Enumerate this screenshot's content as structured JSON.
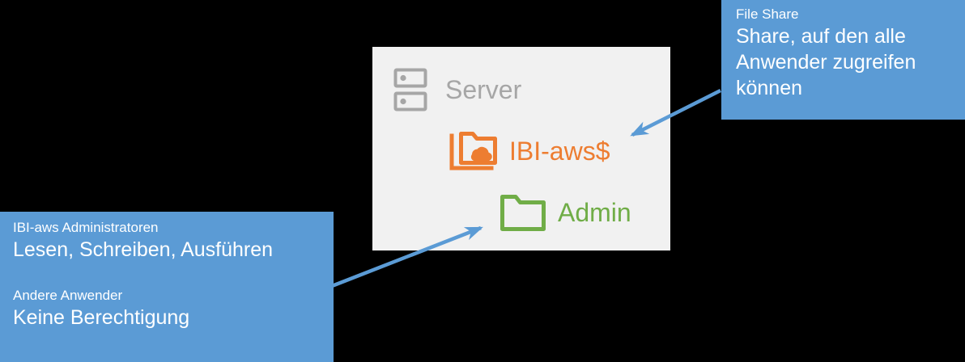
{
  "diagram": {
    "title": "Server file share permissions diagram",
    "colors": {
      "background": "#000000",
      "panel": "#F1F1F1",
      "callout_blue": "#5B9BD5",
      "arrow_blue": "#5B9BD5",
      "server_gray": "#A6A6A6",
      "share_orange": "#ED7D31",
      "admin_green": "#70AD47",
      "callout_text": "#FFFFFF"
    }
  },
  "panel": {
    "name": "server-panel",
    "nodes": [
      {
        "id": "server",
        "icon": "server-icon",
        "label": "Server",
        "color": "#A6A6A6"
      },
      {
        "id": "file-share",
        "icon": "cloud-folder-icon",
        "label": "IBI-aws$",
        "color": "#ED7D31"
      },
      {
        "id": "admin-folder",
        "icon": "folder-icon",
        "label": "Admin",
        "color": "#70AD47"
      }
    ]
  },
  "callouts": [
    {
      "id": "file-share-callout",
      "heading": "File Share",
      "body": "Share, auf den alle Anwender zugreifen können",
      "lines": [
        "Share, auf den alle",
        "Anwender zugreifen",
        "können"
      ]
    },
    {
      "id": "permissions-callout",
      "groups": [
        {
          "heading": "IBI-aws Administratoren",
          "value": "Lesen, Schreiben, Ausführen"
        },
        {
          "heading": "Andere Anwender",
          "value": "Keine Berechtigung"
        }
      ]
    }
  ],
  "connectors": [
    {
      "id": "share-connector",
      "from": "file-share-callout",
      "to": "file-share",
      "icon": "arrow-icon"
    },
    {
      "id": "permissions-connector",
      "from": "permissions-callout",
      "to": "admin-folder",
      "icon": "arrow-icon"
    }
  ]
}
